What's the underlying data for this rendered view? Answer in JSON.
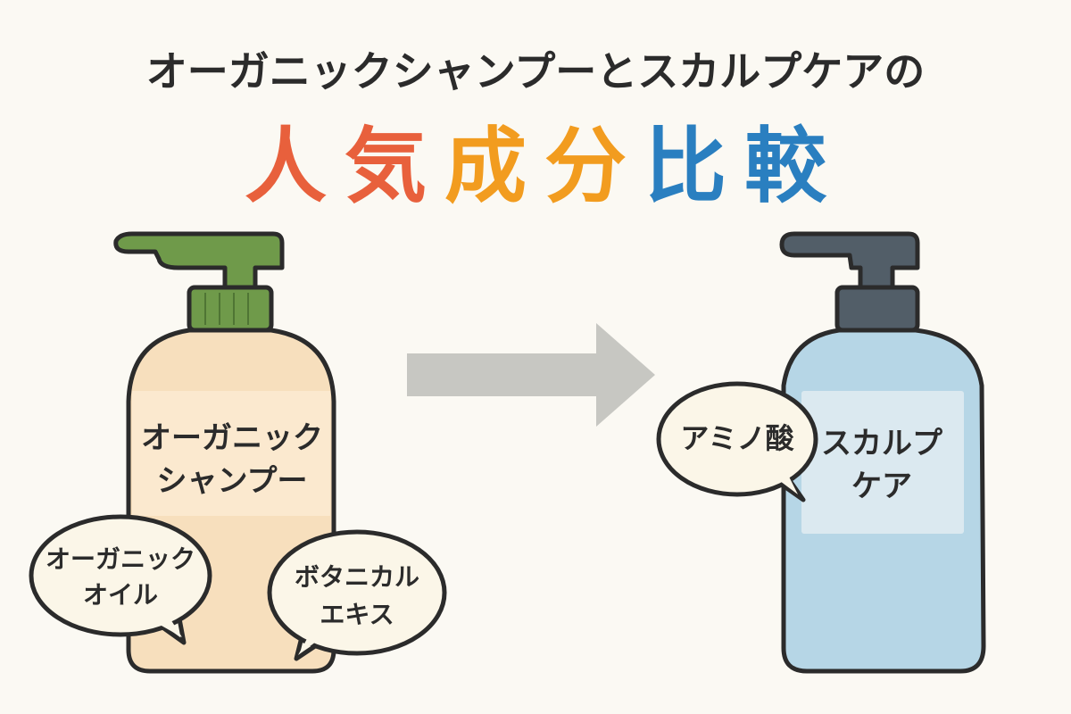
{
  "title": {
    "subtitle": "オーガニックシャンプーとスカルプケアの",
    "main_chars": [
      {
        "char": "人",
        "color": "#e8603c"
      },
      {
        "char": "気",
        "color": "#e8603c"
      },
      {
        "char": "成",
        "color": "#f29c1f"
      },
      {
        "char": "分",
        "color": "#f29c1f"
      },
      {
        "char": "比",
        "color": "#2a7fc0"
      },
      {
        "char": "較",
        "color": "#2a7fc0"
      }
    ]
  },
  "left_bottle": {
    "label_line1": "オーガニック",
    "label_line2": "シャンプー",
    "body_color": "#f7dfbd",
    "pump_color": "#6f9a4a"
  },
  "right_bottle": {
    "label_line1": "スカルプ",
    "label_line2": "ケア",
    "body_color": "#b6d6e6",
    "pump_color": "#525e68"
  },
  "bubbles": {
    "organic_oil_line1": "オーガニック",
    "organic_oil_line2": "オイル",
    "botanical_line1": "ボタニカル",
    "botanical_line2": "エキス",
    "amino_acid": "アミノ酸"
  },
  "arrow_icon": "right-arrow-icon",
  "colors": {
    "background": "#fbf9f3",
    "outline": "#2b2b2b",
    "arrow": "#c7c7c2",
    "bubble_fill": "#fbf6e8"
  }
}
